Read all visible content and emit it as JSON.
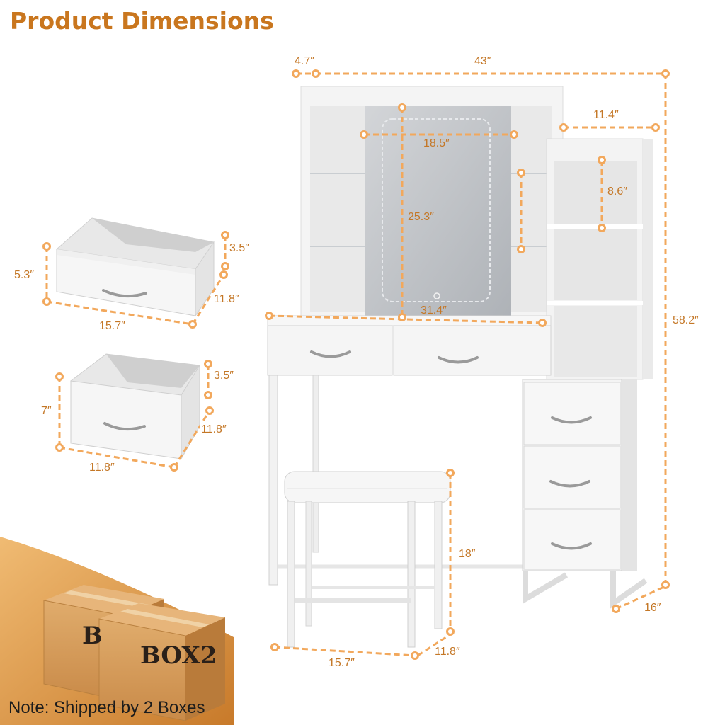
{
  "title": "Product Dimensions",
  "accent_color": "#c9761e",
  "dimension_line_color": "#f2a85c",
  "dimensions": {
    "hutch_side_depth": "4.7″",
    "overall_width": "43″",
    "side_shelf_width": "11.4″",
    "mirror_width": "18.5″",
    "mirror_height": "25.3″",
    "shelf_height": "8.6″",
    "tabletop_width": "31.4″",
    "overall_height": "58.2″",
    "cabinet_depth": "16″",
    "stool_height": "18″",
    "stool_width": "15.7″",
    "stool_depth": "11.8″"
  },
  "drawer_large": {
    "height": "5.3″",
    "width": "15.7″",
    "depth": "11.8″",
    "inner_height": "3.5″"
  },
  "drawer_small": {
    "height": "7″",
    "width": "11.8″",
    "depth": "11.8″",
    "inner_height": "3.5″"
  },
  "boxes": {
    "box1_label": "B",
    "box2_label": "BOX2"
  },
  "note": "Note: Shipped by 2 Boxes"
}
